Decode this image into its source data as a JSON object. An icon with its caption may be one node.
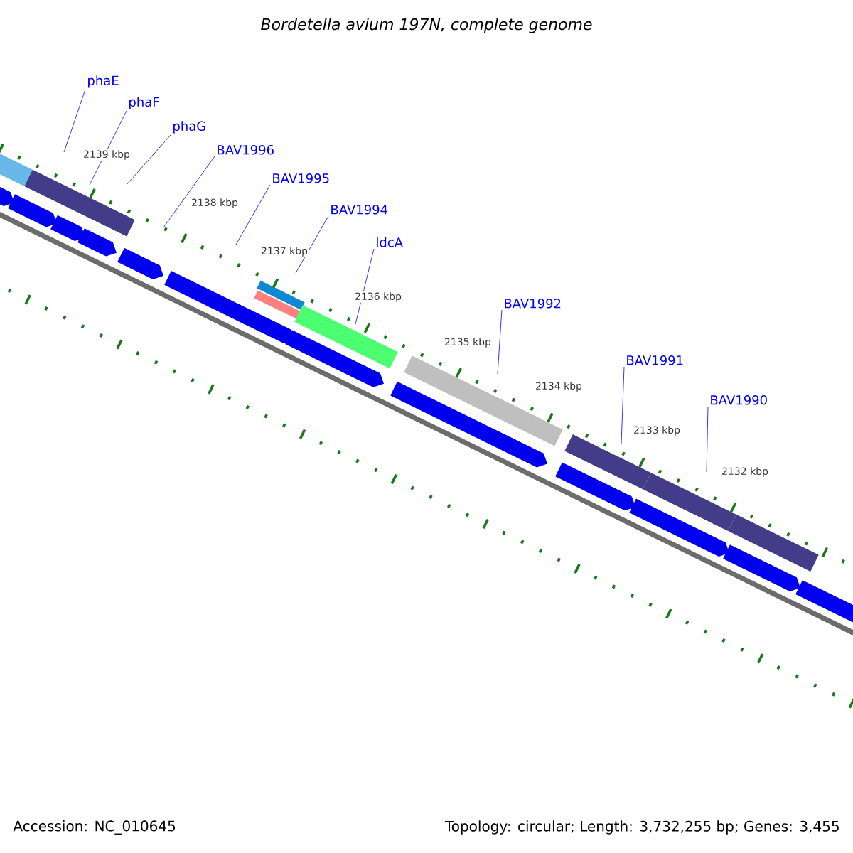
{
  "diagram": {
    "title": "Bordetella avium 197N, complete genome",
    "nodes": [
      {
        "text": [
          "phaE"
        ]
      },
      {
        "text": [
          "phaF"
        ]
      },
      {
        "text": [
          "phaG"
        ]
      },
      {
        "text": [
          "BAV1996"
        ]
      },
      {
        "text": [
          "BAV1995"
        ]
      },
      {
        "text": [
          "BAV1994"
        ]
      },
      {
        "text": [
          "ldcA"
        ]
      },
      {
        "text": [
          "BAV1992"
        ]
      },
      {
        "text": [
          "BAV1991"
        ]
      },
      {
        "text": [
          "BAV1990"
        ]
      }
    ],
    "edges": [
      {
        "from": 0,
        "to": null,
        "arrow": "none"
      },
      {
        "from": 1,
        "to": null,
        "arrow": "none"
      },
      {
        "from": 2,
        "to": null,
        "arrow": "none"
      },
      {
        "from": 3,
        "to": null,
        "arrow": "none"
      },
      {
        "from": 4,
        "to": null,
        "arrow": "none"
      },
      {
        "from": 5,
        "to": null,
        "arrow": "none"
      },
      {
        "from": 6,
        "to": null,
        "arrow": "none"
      },
      {
        "from": 7,
        "to": null,
        "arrow": "none"
      },
      {
        "from": 8,
        "to": null,
        "arrow": "none"
      },
      {
        "from": 9,
        "to": null,
        "arrow": "none"
      }
    ],
    "labels": [
      "2139 kbp",
      "2138 kbp",
      "2137 kbp",
      "2136 kbp",
      "2135 kbp",
      "2134 kbp",
      "2133 kbp",
      "2132 kbp",
      "Accession: NC_010645",
      "Topology: circular; Length: 3,732,255 bp; Genes: 3,455"
    ]
  }
}
